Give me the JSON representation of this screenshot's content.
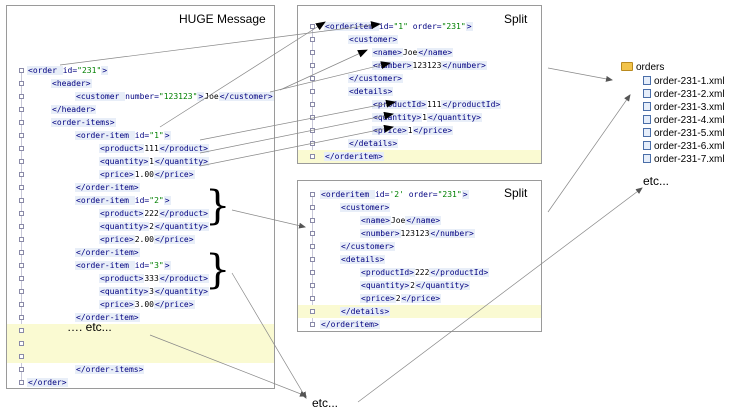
{
  "huge_panel": {
    "title": "HUGE Message",
    "lines": [
      {
        "indent": 0,
        "parts": [
          [
            "tag",
            "<order "
          ],
          [
            "attr",
            "id="
          ],
          [
            "val",
            "\"231\""
          ],
          [
            "tag",
            ">"
          ]
        ]
      },
      {
        "indent": 1,
        "parts": [
          [
            "tag",
            "<header>"
          ]
        ]
      },
      {
        "indent": 2,
        "parts": [
          [
            "tag",
            "<customer "
          ],
          [
            "attr",
            "number="
          ],
          [
            "val",
            "\"123123\""
          ],
          [
            "tag",
            ">"
          ],
          [
            "txt",
            "Joe"
          ],
          [
            "tag",
            "</customer>"
          ]
        ]
      },
      {
        "indent": 1,
        "parts": [
          [
            "tag",
            "</header>"
          ]
        ]
      },
      {
        "indent": 1,
        "parts": [
          [
            "tag",
            "<order-items>"
          ]
        ]
      },
      {
        "indent": 2,
        "parts": [
          [
            "tag",
            "<order-item "
          ],
          [
            "attr",
            "id="
          ],
          [
            "val",
            "\"1\""
          ],
          [
            "tag",
            ">"
          ]
        ]
      },
      {
        "indent": 3,
        "parts": [
          [
            "tag",
            "<product>"
          ],
          [
            "txt",
            "111"
          ],
          [
            "tag",
            "</product>"
          ]
        ]
      },
      {
        "indent": 3,
        "parts": [
          [
            "tag",
            "<quantity>"
          ],
          [
            "txt",
            "1"
          ],
          [
            "tag",
            "</quantity>"
          ]
        ]
      },
      {
        "indent": 3,
        "parts": [
          [
            "tag",
            "<price>"
          ],
          [
            "txt",
            "1.00"
          ],
          [
            "tag",
            "</price>"
          ]
        ]
      },
      {
        "indent": 2,
        "parts": [
          [
            "tag",
            "</order-item>"
          ]
        ]
      },
      {
        "indent": 2,
        "parts": [
          [
            "tag",
            "<order-item "
          ],
          [
            "attr",
            "id="
          ],
          [
            "val",
            "\"2\""
          ],
          [
            "tag",
            ">"
          ]
        ]
      },
      {
        "indent": 3,
        "parts": [
          [
            "tag",
            "<product>"
          ],
          [
            "txt",
            "222"
          ],
          [
            "tag",
            "</product>"
          ]
        ]
      },
      {
        "indent": 3,
        "parts": [
          [
            "tag",
            "<quantity>"
          ],
          [
            "txt",
            "2"
          ],
          [
            "tag",
            "</quantity>"
          ]
        ]
      },
      {
        "indent": 3,
        "parts": [
          [
            "tag",
            "<price>"
          ],
          [
            "txt",
            "2.00"
          ],
          [
            "tag",
            "</price>"
          ]
        ]
      },
      {
        "indent": 2,
        "parts": [
          [
            "tag",
            "</order-item>"
          ]
        ]
      },
      {
        "indent": 2,
        "parts": [
          [
            "tag",
            "<order-item "
          ],
          [
            "attr",
            "id="
          ],
          [
            "val",
            "\"3\""
          ],
          [
            "tag",
            ">"
          ]
        ]
      },
      {
        "indent": 3,
        "parts": [
          [
            "tag",
            "<product>"
          ],
          [
            "txt",
            "333"
          ],
          [
            "tag",
            "</product>"
          ]
        ]
      },
      {
        "indent": 3,
        "parts": [
          [
            "tag",
            "<quantity>"
          ],
          [
            "txt",
            "3"
          ],
          [
            "tag",
            "</quantity>"
          ]
        ]
      },
      {
        "indent": 3,
        "parts": [
          [
            "tag",
            "<price>"
          ],
          [
            "txt",
            "3.00"
          ],
          [
            "tag",
            "</price>"
          ]
        ]
      },
      {
        "indent": 2,
        "parts": [
          [
            "tag",
            "</order-item>"
          ]
        ]
      },
      {
        "indent": 0,
        "parts": []
      },
      {
        "indent": 0,
        "parts": []
      },
      {
        "indent": 0,
        "parts": []
      },
      {
        "indent": 2,
        "parts": [
          [
            "tag",
            "</order-items>"
          ]
        ]
      },
      {
        "indent": 0,
        "parts": [
          [
            "tag",
            "</order>"
          ]
        ]
      }
    ],
    "etc_label": "…. etc..."
  },
  "split_panels": [
    {
      "title": "Split",
      "lines": [
        {
          "indent": 0,
          "parts": [
            [
              "tag",
              "<orderitem "
            ],
            [
              "attr",
              "id="
            ],
            [
              "val",
              "\"1\""
            ],
            [
              "attr",
              " order="
            ],
            [
              "val",
              "\"231\""
            ],
            [
              "tag",
              ">"
            ]
          ]
        },
        {
          "indent": 1,
          "parts": [
            [
              "tag",
              "<customer>"
            ]
          ]
        },
        {
          "indent": 2,
          "parts": [
            [
              "tag",
              "<name>"
            ],
            [
              "txt",
              "Joe"
            ],
            [
              "tag",
              "</name>"
            ]
          ]
        },
        {
          "indent": 2,
          "parts": [
            [
              "tag",
              "<number>"
            ],
            [
              "txt",
              "123123"
            ],
            [
              "tag",
              "</number>"
            ]
          ]
        },
        {
          "indent": 1,
          "parts": [
            [
              "tag",
              "</customer>"
            ]
          ]
        },
        {
          "indent": 1,
          "parts": [
            [
              "tag",
              "<details>"
            ]
          ]
        },
        {
          "indent": 2,
          "parts": [
            [
              "tag",
              "<productId>"
            ],
            [
              "txt",
              "111"
            ],
            [
              "tag",
              "</productId>"
            ]
          ]
        },
        {
          "indent": 2,
          "parts": [
            [
              "tag",
              "<quantity>"
            ],
            [
              "txt",
              "1"
            ],
            [
              "tag",
              "</quantity>"
            ]
          ]
        },
        {
          "indent": 2,
          "parts": [
            [
              "tag",
              "<price>"
            ],
            [
              "txt",
              "1"
            ],
            [
              "tag",
              "</price>"
            ]
          ]
        },
        {
          "indent": 1,
          "parts": [
            [
              "tag",
              "</details>"
            ]
          ]
        },
        {
          "indent": 0,
          "parts": [
            [
              "tag",
              "</orderitem>"
            ]
          ]
        }
      ]
    },
    {
      "title": "Split",
      "lines": [
        {
          "indent": 0,
          "parts": [
            [
              "tag",
              "<orderitem "
            ],
            [
              "attr",
              "id="
            ],
            [
              "val",
              "'2'"
            ],
            [
              "attr",
              " order="
            ],
            [
              "val",
              "\"231\""
            ],
            [
              "tag",
              ">"
            ]
          ]
        },
        {
          "indent": 1,
          "parts": [
            [
              "tag",
              "<customer>"
            ]
          ]
        },
        {
          "indent": 2,
          "parts": [
            [
              "tag",
              "<name>"
            ],
            [
              "txt",
              "Joe"
            ],
            [
              "tag",
              "</name>"
            ]
          ]
        },
        {
          "indent": 2,
          "parts": [
            [
              "tag",
              "<number>"
            ],
            [
              "txt",
              "123123"
            ],
            [
              "tag",
              "</number>"
            ]
          ]
        },
        {
          "indent": 1,
          "parts": [
            [
              "tag",
              "</customer>"
            ]
          ]
        },
        {
          "indent": 1,
          "parts": [
            [
              "tag",
              "<details>"
            ]
          ]
        },
        {
          "indent": 2,
          "parts": [
            [
              "tag",
              "<productId>"
            ],
            [
              "txt",
              "222"
            ],
            [
              "tag",
              "</productId>"
            ]
          ]
        },
        {
          "indent": 2,
          "parts": [
            [
              "tag",
              "<quantity>"
            ],
            [
              "txt",
              "2"
            ],
            [
              "tag",
              "</quantity>"
            ]
          ]
        },
        {
          "indent": 2,
          "parts": [
            [
              "tag",
              "<price>"
            ],
            [
              "txt",
              "2"
            ],
            [
              "tag",
              "</price>"
            ]
          ]
        },
        {
          "indent": 1,
          "parts": [
            [
              "tag",
              "</details>"
            ]
          ]
        },
        {
          "indent": 0,
          "parts": [
            [
              "tag",
              "</orderitem>"
            ]
          ]
        }
      ]
    }
  ],
  "brace_glyph": "}",
  "etc_bottom": "etc...",
  "etc_right": "etc...",
  "orders": {
    "folder": "orders",
    "folder_icon": "folder-icon",
    "file_icon": "xml-file-icon",
    "files": [
      "order-231-1.xml",
      "order-231-2.xml",
      "order-231-3.xml",
      "order-231-4.xml",
      "order-231-5.xml",
      "order-231-6.xml",
      "order-231-7.xml"
    ]
  },
  "colors": {
    "tag": "#000080",
    "value": "#008000",
    "highlight": "#fafad2",
    "tag_bg": "#e8eef8",
    "border": "#9a9a9a"
  }
}
